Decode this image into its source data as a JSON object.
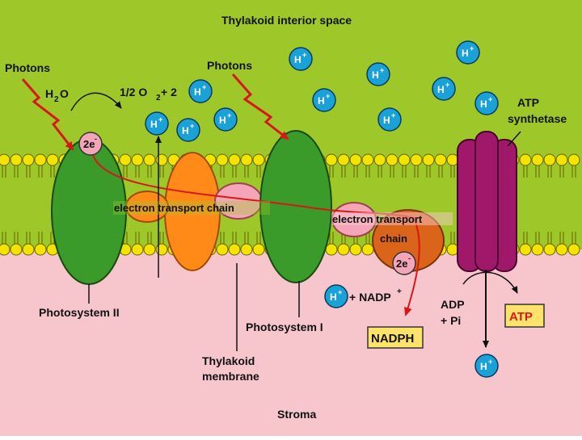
{
  "labels": {
    "interior": "Thylakoid interior space",
    "stroma": "Stroma",
    "photons_left": "Photons",
    "photons_right": "Photons",
    "water": "H",
    "water_sub": "2",
    "water_o": "O",
    "oxygen_prefix": "1/2 O",
    "oxygen_sub": "2",
    "oxygen_suffix": " + 2",
    "h_plus": "H",
    "plus": "+",
    "e2": "2e",
    "minus": "-",
    "etc1": "electron transport chain",
    "etc2_line1": "electron transport",
    "etc2_line2": "chain",
    "ps2": "Photosystem II",
    "ps1": "Photosystem I",
    "membrane_line1": "Thylakoid",
    "membrane_line2": "membrane",
    "atp_synth_line1": "ATP",
    "atp_synth_line2": "synthetase",
    "nadp": "H",
    "nadp_rest": " + NADP",
    "nadph": "NADPH",
    "adp_line1": "ADP",
    "adp_line2": "+ Pi",
    "atp": "ATP"
  },
  "colors": {
    "interior": "#9ec82a",
    "stroma": "#f7c6cc",
    "lipid_head": "#f2e400",
    "photosystem": "#3a9a2a",
    "orange_protein": "#ff8a18",
    "pink_protein": "#f4a6b8",
    "synthase": "#a0186a",
    "h_ion": "#1aa2d8",
    "arrow_red": "#d81818",
    "label_box": "#ffe26a"
  },
  "icons": [
    "h-ion-icon",
    "photon-arrow-icon",
    "electron-pair-icon"
  ]
}
